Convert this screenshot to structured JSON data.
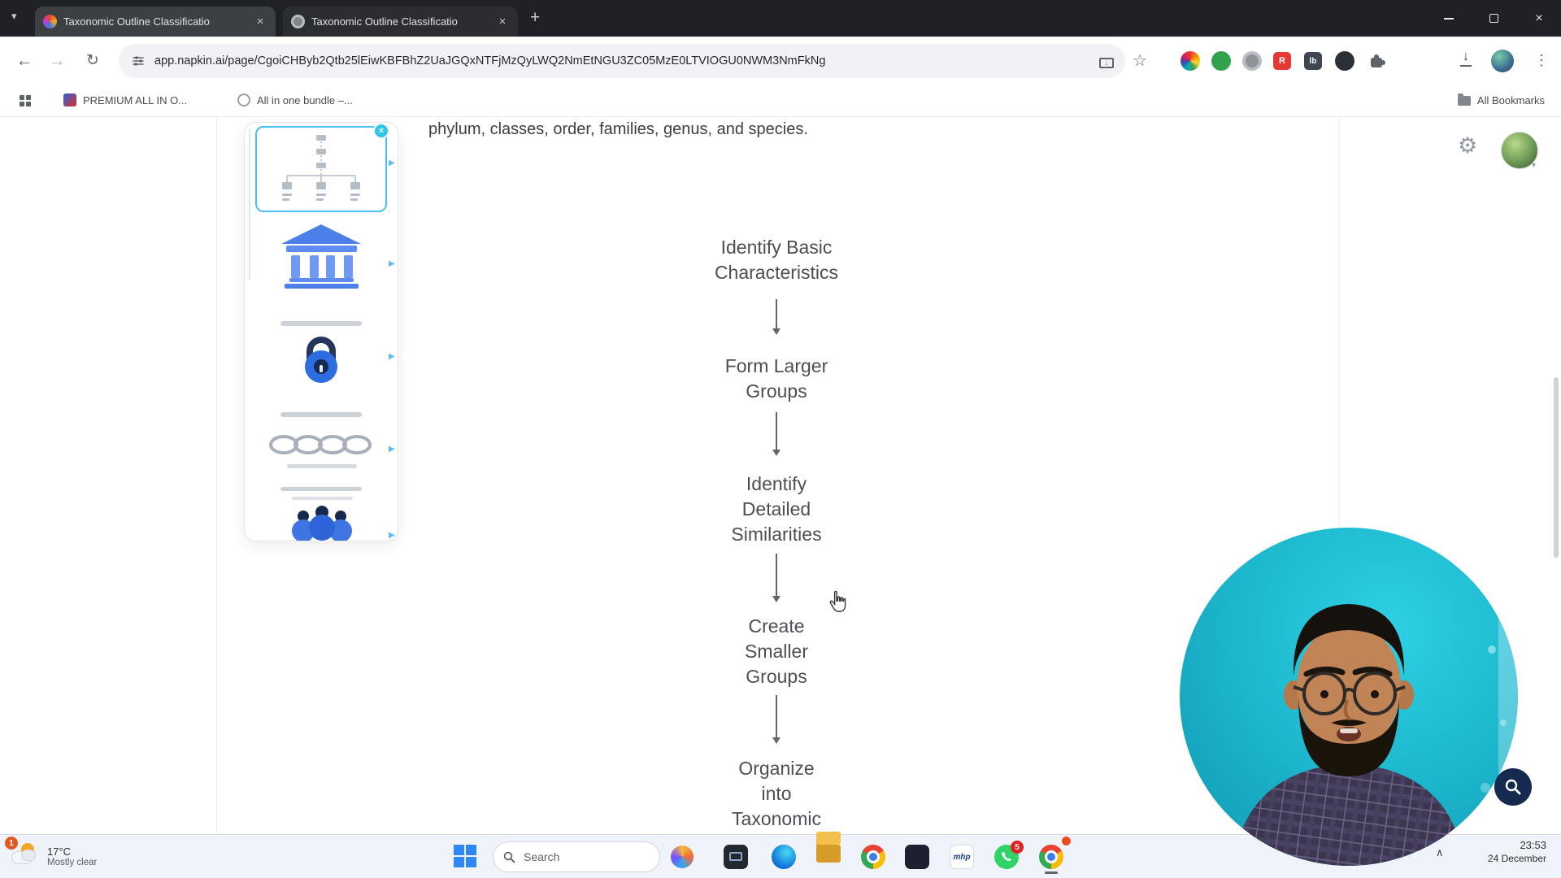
{
  "glyphs": {
    "close": "×",
    "plus": "+",
    "back": "←",
    "forward": "→",
    "reload": "↻",
    "star": "☆",
    "menu": "⋮",
    "down_arrow": "↓",
    "caret_up": "∧",
    "chevron_down": "▾",
    "play": "▶",
    "badge_x": "×"
  },
  "browser": {
    "tabs": [
      {
        "title": "Taxonomic Outline Classificatio"
      },
      {
        "title": "Taxonomic Outline Classificatio"
      }
    ],
    "url": "app.napkin.ai/page/CgoiCHByb2Qtb25lEiwKBFBhZ2UaJGQxNTFjMzQyLWQ2NmEtNGU3ZC05MzE0LTVIOGU0NWM3NmFkNg",
    "extensions": {
      "r_label": "R",
      "lb_label": "lb"
    },
    "bookmarks": [
      {
        "label": "PREMIUM ALL IN O..."
      },
      {
        "label": "All in one bundle –..."
      }
    ],
    "all_bookmarks_label": "All Bookmarks"
  },
  "napkin": {
    "paragraph_tail": "phylum, classes, order, families, genus, and species.",
    "flow_steps": [
      "Identify Basic\nCharacteristics",
      "Form Larger\nGroups",
      "Identify\nDetailed\nSimilarities",
      "Create\nSmaller\nGroups",
      "Organize\ninto\nTaxonomic"
    ],
    "template_icons": [
      "org-chart",
      "temple",
      "padlock",
      "chain",
      "team"
    ]
  },
  "taskbar": {
    "weather": {
      "temp": "17°C",
      "condition": "Mostly clear",
      "badge": "1"
    },
    "search_label": "Search",
    "mhp_label": "mhp",
    "whatsapp_badge": "5",
    "clock": {
      "time": "23:53",
      "date": "24 December"
    }
  },
  "colors": {
    "selection_blue": "#47c1f2",
    "webcam_teal": "#1cb6cd",
    "whatsapp_green": "#2fd366"
  }
}
